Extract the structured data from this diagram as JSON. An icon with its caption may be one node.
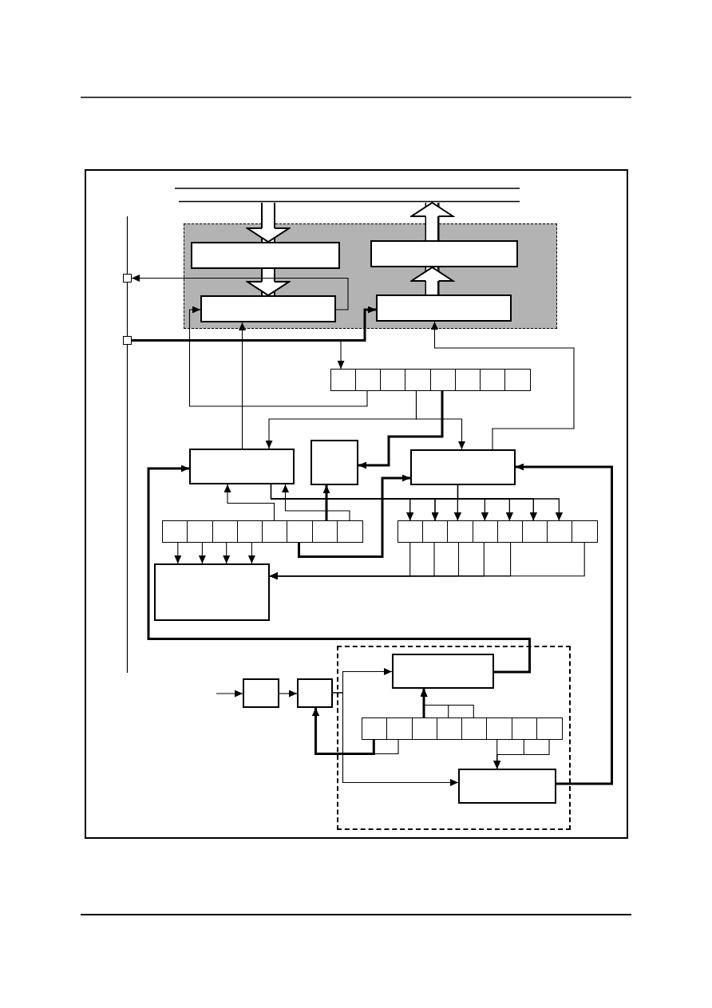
{
  "diagram": {
    "nodes": [
      {
        "text": [],
        "shape": "bar"
      },
      {
        "text": [],
        "shape": "box"
      },
      {
        "text": [],
        "shape": "box",
        "in": 1
      },
      {
        "text": [],
        "shape": "box",
        "in": 1
      },
      {
        "text": [],
        "shape": "box",
        "in": 1
      },
      {
        "text": [],
        "shape": "box",
        "in": 1
      },
      {
        "text": [],
        "shape": "box"
      },
      {
        "text": [],
        "shape": "box"
      },
      {
        "text": [],
        "shape": "box"
      },
      {
        "text": [],
        "shape": "box"
      },
      {
        "text": [],
        "shape": "box"
      },
      {
        "text": [],
        "shape": "box"
      },
      {
        "text": [],
        "shape": "box"
      },
      {
        "text": [],
        "shape": "box"
      },
      {
        "text": [],
        "shape": "box"
      },
      {
        "text": [],
        "shape": "box"
      },
      {
        "text": [],
        "shape": "box"
      },
      {
        "text": [],
        "shape": "box"
      },
      {
        "text": [],
        "shape": "box"
      },
      {
        "text": [],
        "shape": "box"
      },
      {
        "text": [],
        "shape": "box"
      },
      {
        "text": [],
        "shape": "box"
      },
      {
        "text": [],
        "shape": "box"
      },
      {
        "text": [],
        "shape": "box"
      },
      {
        "text": [],
        "shape": "box"
      },
      {
        "text": [],
        "shape": "box"
      },
      {
        "text": [],
        "shape": "box"
      },
      {
        "text": [],
        "shape": "box"
      },
      {
        "text": [],
        "shape": "box"
      },
      {
        "text": [],
        "shape": "box"
      },
      {
        "text": [],
        "shape": "box"
      },
      {
        "text": [],
        "shape": "box"
      },
      {
        "text": [],
        "shape": "box"
      },
      {
        "text": [],
        "shape": "box"
      },
      {
        "text": [],
        "shape": "box"
      },
      {
        "text": [],
        "shape": "box"
      },
      {
        "text": [],
        "shape": "box"
      },
      {
        "text": [],
        "shape": "box",
        "in": 36
      },
      {
        "text": [],
        "shape": "box"
      },
      {
        "text": [],
        "shape": "box"
      },
      {
        "text": [],
        "shape": "box",
        "in": 36
      },
      {
        "text": [],
        "shape": "box",
        "in": 36
      },
      {
        "text": [],
        "shape": "box",
        "in": 36
      },
      {
        "text": [],
        "shape": "box",
        "in": 36
      },
      {
        "text": [],
        "shape": "box",
        "in": 36
      },
      {
        "text": [],
        "shape": "box",
        "in": 36
      },
      {
        "text": [],
        "shape": "box",
        "in": 36
      },
      {
        "text": [],
        "shape": "box",
        "in": 36
      },
      {
        "text": [],
        "shape": "box",
        "in": 36
      }
    ],
    "edges": [
      {
        "from": 0,
        "to": 2,
        "arrow": "to"
      },
      {
        "from": 2,
        "to": 4,
        "arrow": "to"
      },
      {
        "from": 5,
        "to": 3,
        "arrow": "to"
      },
      {
        "from": 3,
        "to": 0,
        "arrow": "to"
      },
      {
        "from": 4,
        "to": 6,
        "arrow": "to"
      },
      {
        "from": 7,
        "to": 5,
        "arrow": "to",
        "style": "thick"
      },
      {
        "from": 7,
        "to": 8,
        "arrow": "to"
      },
      {
        "from": 9,
        "to": 4,
        "arrow": "to"
      },
      {
        "from": 16,
        "to": 4,
        "arrow": "to"
      },
      {
        "from": 11,
        "to": 16,
        "arrow": "to"
      },
      {
        "from": 11,
        "to": 18,
        "arrow": "to"
      },
      {
        "from": 12,
        "to": 17,
        "arrow": "to",
        "style": "thick"
      },
      {
        "from": 18,
        "to": 5,
        "arrow": "to"
      },
      {
        "from": 37,
        "to": 16,
        "arrow": "to",
        "style": "thick"
      },
      {
        "from": 48,
        "to": 18,
        "arrow": "to",
        "style": "thick"
      },
      {
        "from": 24,
        "to": 18,
        "arrow": "to",
        "style": "thick"
      },
      {
        "from": 23,
        "to": 16,
        "arrow": "to"
      },
      {
        "from": 26,
        "to": 16,
        "arrow": "to"
      },
      {
        "from": 25,
        "to": 17,
        "arrow": "to",
        "style": "thick"
      },
      {
        "from": 16,
        "to": 27,
        "arrow": "to"
      },
      {
        "from": 16,
        "to": 28,
        "arrow": "to"
      },
      {
        "from": 16,
        "to": 29,
        "arrow": "to"
      },
      {
        "from": 16,
        "to": 30,
        "arrow": "to"
      },
      {
        "from": 16,
        "to": 31,
        "arrow": "to"
      },
      {
        "from": 16,
        "to": 32,
        "arrow": "to"
      },
      {
        "from": 16,
        "to": 33,
        "arrow": "to"
      },
      {
        "from": 18,
        "to": 27,
        "arrow": "to"
      },
      {
        "from": 18,
        "to": 28,
        "arrow": "to"
      },
      {
        "from": 18,
        "to": 29,
        "arrow": "to"
      },
      {
        "from": 18,
        "to": 30,
        "arrow": "to"
      },
      {
        "from": 18,
        "to": 31,
        "arrow": "to"
      },
      {
        "from": 18,
        "to": 32,
        "arrow": "to"
      },
      {
        "from": 18,
        "to": 33,
        "arrow": "to"
      },
      {
        "from": 19,
        "to": 35,
        "arrow": "to"
      },
      {
        "from": 20,
        "to": 35,
        "arrow": "to"
      },
      {
        "from": 21,
        "to": 35,
        "arrow": "to"
      },
      {
        "from": 22,
        "to": 35,
        "arrow": "to"
      },
      {
        "from": 27,
        "to": 35,
        "arrow": "to"
      },
      {
        "from": 28,
        "to": 35,
        "arrow": "to"
      },
      {
        "from": 29,
        "to": 35,
        "arrow": "to"
      },
      {
        "from": 30,
        "to": 35,
        "arrow": "to"
      },
      {
        "from": 31,
        "to": 35,
        "arrow": "to"
      },
      {
        "from": 34,
        "to": 35,
        "arrow": "to"
      },
      {
        "from": null,
        "to": 38,
        "arrow": "to"
      },
      {
        "from": 38,
        "to": 39,
        "arrow": "to"
      },
      {
        "from": 39,
        "to": 37,
        "arrow": "to"
      },
      {
        "from": 39,
        "to": 48,
        "arrow": "to"
      },
      {
        "from": 42,
        "to": 37,
        "arrow": "to",
        "style": "thick"
      },
      {
        "from": 43,
        "to": 37,
        "arrow": "to"
      },
      {
        "from": 44,
        "to": 37,
        "arrow": "to"
      },
      {
        "from": 40,
        "to": 39,
        "arrow": "to",
        "style": "thick"
      },
      {
        "from": 41,
        "to": 39,
        "arrow": "to"
      },
      {
        "from": 45,
        "to": 48,
        "arrow": "to"
      },
      {
        "from": 46,
        "to": 48,
        "arrow": "to"
      },
      {
        "from": 47,
        "to": 48,
        "arrow": "to"
      }
    ]
  }
}
